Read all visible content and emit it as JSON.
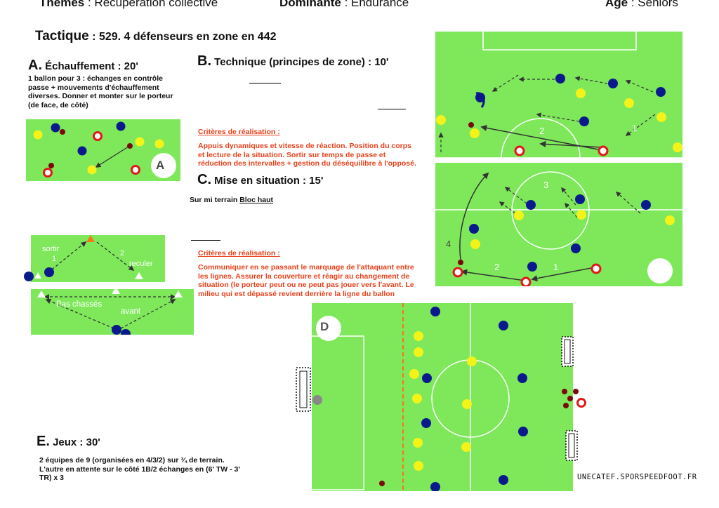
{
  "header": {
    "theme_label": "Thèmes",
    "theme_value": " : Récupération collective",
    "dominante_label": "Dominante",
    "dominante_value": " : Endurance",
    "age_label": "Age",
    "age_value": " : Seniors"
  },
  "tactique": {
    "label": "Tactique",
    "value": " : 529.  4 défenseurs en zone  en 442"
  },
  "section_a": {
    "letter": "A.",
    "title": "Échauffement : 20'",
    "text": "1 ballon pour 3 : échanges en contrôle passe + mouvements d'échauffement diverses. Donner et monter sur le porteur (de face, de côté)",
    "badge": "A"
  },
  "section_b": {
    "letter": "B.",
    "title": "Technique (principes de zone) : 10'",
    "criteria_title": "Critères de réalisation :",
    "criteria_text": "Appuis dynamiques et vitesse de réaction. Position du corps et lecture de la situation. Sortir sur temps de passe et réduction des intervalles +  gestion du déséquilibre à l'opposé."
  },
  "section_c": {
    "letter": "C.",
    "title": "Mise en situation : 15'",
    "subtitle_prefix": "Sur mi terrain ",
    "subtitle_link": "Bloc haut",
    "criteria_title": "Critères de réalisation :",
    "criteria_text": "Communiquer en se passant le marquage de l'attaquant entre les lignes. Assurer la couverture  et réagir au changement de situation (le porteur peut ou ne peut pas jouer vers l'avant. Le milieu qui est dépassé revient derrière la ligne du ballon"
  },
  "drill": {
    "sortir": "sortir",
    "one": "1",
    "two": "2",
    "reculer": "reculer",
    "pas_chasses": "Pas chassés",
    "avant": "avant"
  },
  "field_b_labels": {
    "one": "1",
    "two": "2"
  },
  "field_c_labels": {
    "three": "3",
    "four": "4",
    "two": "2",
    "one": "1"
  },
  "section_d": {
    "badge": "D"
  },
  "section_e": {
    "letter": "E.",
    "title": "Jeux : 30'",
    "text": "2 équipes de 9  (organisées en 4/3/2) sur ¾ de terrain. L'autre en attente sur le côté 1B/2 échanges en (6' TW - 3' TR) x 3"
  },
  "footer": {
    "site": "UNECATEF.SPORSPEEDFOOT.FR"
  },
  "colors": {
    "pitch": "#7ee85a",
    "blue_player": "#0a1a8c",
    "yellow_player": "#f3f31a",
    "red_ring": "#e21818",
    "dark_red": "#7a0a0a",
    "orange": "#f07a1a",
    "text_red": "#e8401a"
  }
}
